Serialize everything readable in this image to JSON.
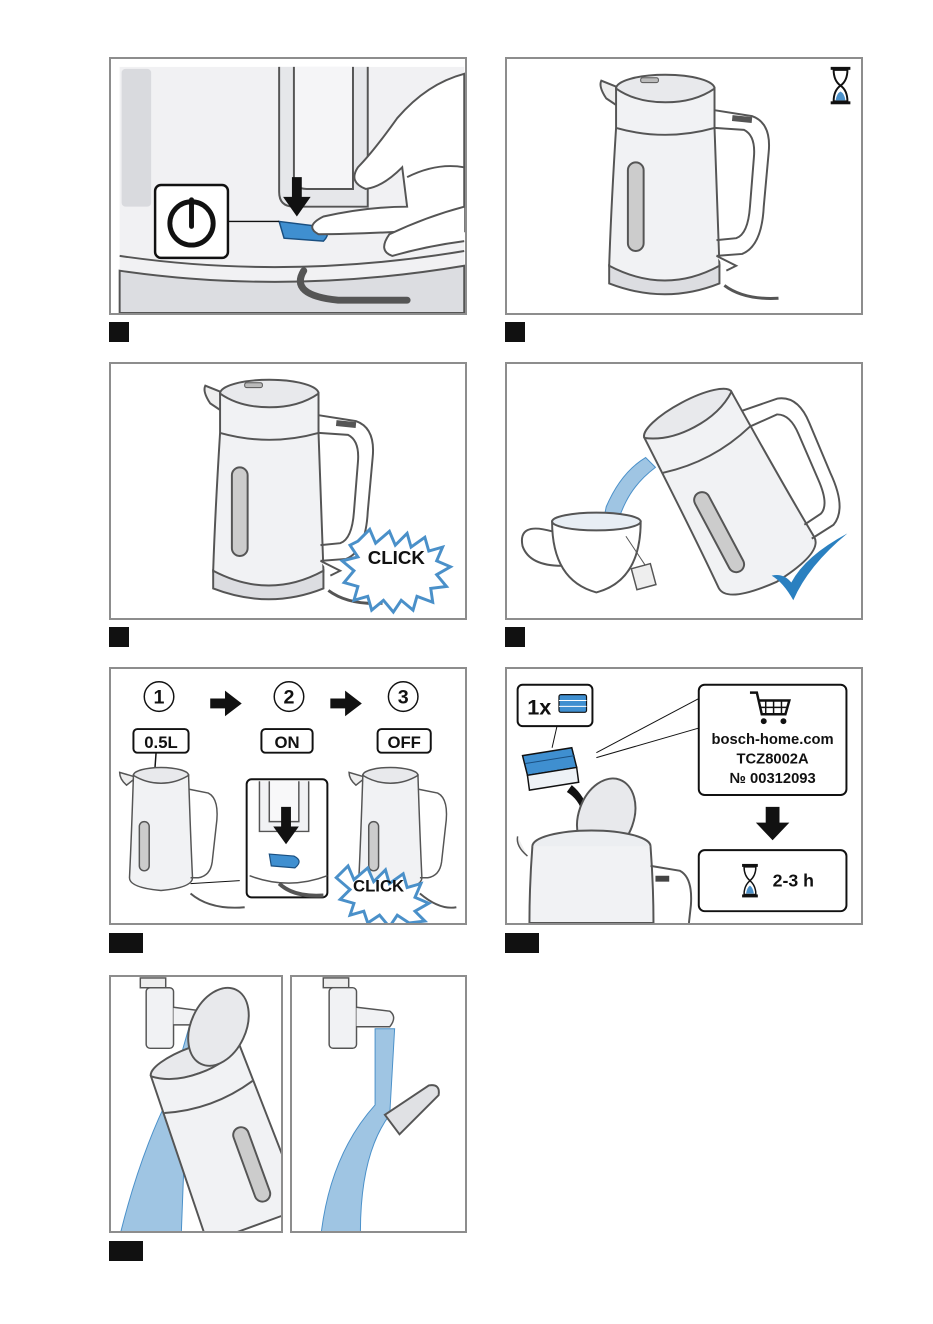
{
  "step3": {
    "steps": [
      "1",
      "2",
      "3"
    ],
    "labels": [
      "0.5L",
      "ON",
      "OFF"
    ],
    "click": "CLICK"
  },
  "step2": {
    "click": "CLICK"
  },
  "step4": {
    "quantity": "1x",
    "website": "bosch-home.com",
    "model": "TCZ8002A",
    "number": "№ 00312093",
    "duration": "2-3 h"
  },
  "colors": {
    "water": "#9fc5e3",
    "accent": "#4a90c9",
    "tick": "#2a80c0"
  }
}
